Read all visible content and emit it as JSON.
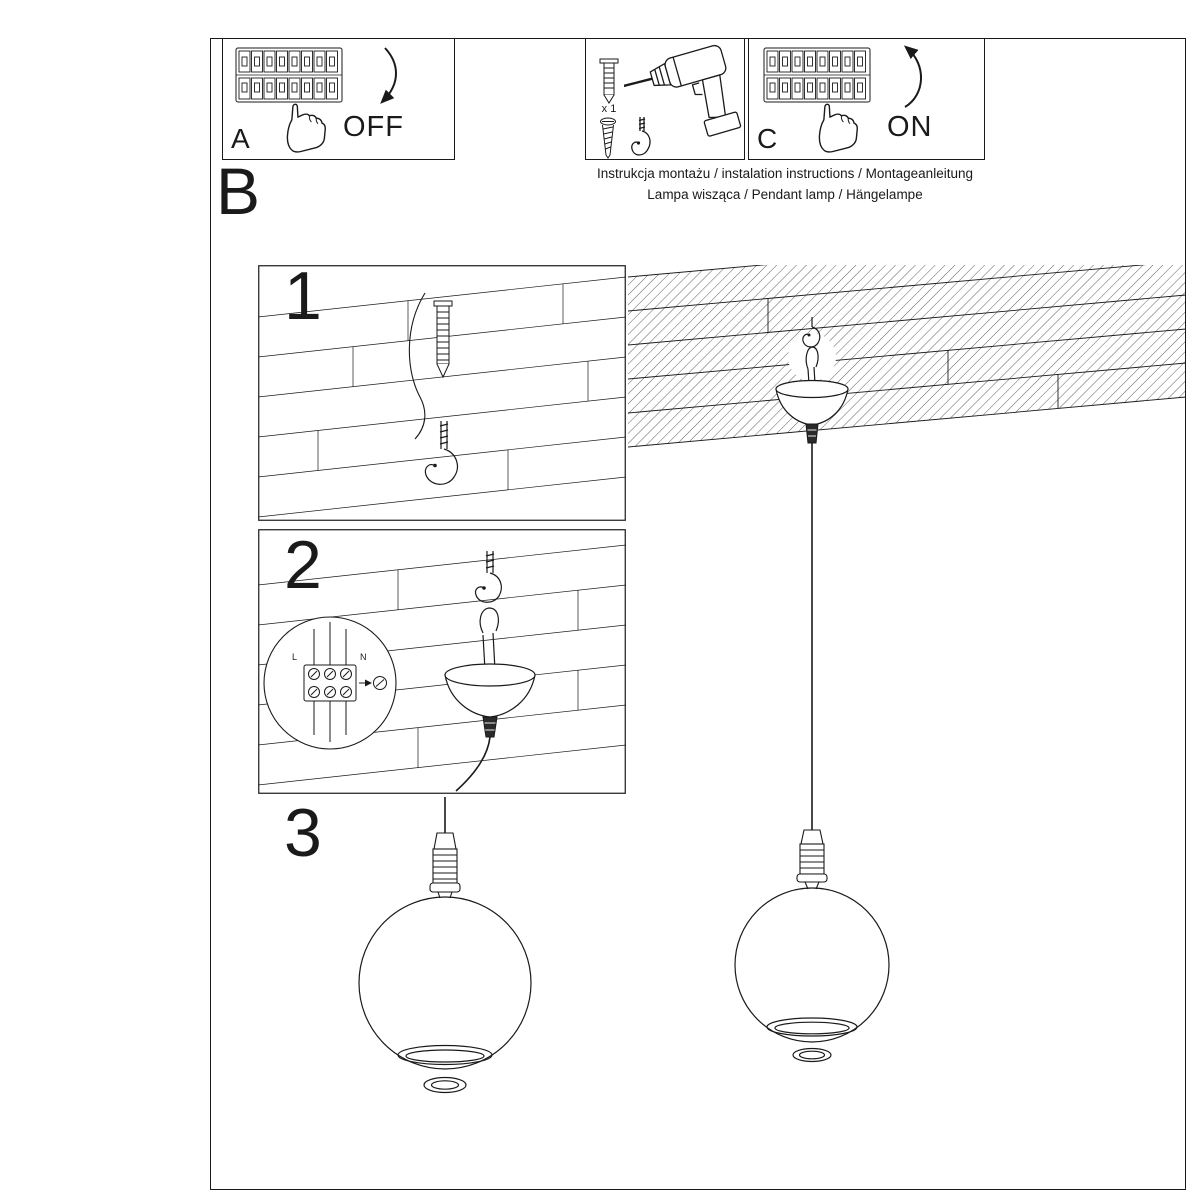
{
  "sheet": {
    "background": "#ffffff",
    "ink": "#1a1a1a"
  },
  "top_panels": {
    "panel_a": {
      "label": "A",
      "action": "OFF"
    },
    "panel_tools": {
      "dowel_count": "x 1"
    },
    "panel_c": {
      "label": "C",
      "action": "ON"
    }
  },
  "heading": {
    "line1": "Instrukcja montażu / instalation instructions / Montageanleitung",
    "line2": "Lampa wisząca / Pendant lamp / Hängelampe",
    "section_label": "B"
  },
  "steps": {
    "step1": {
      "number": "1"
    },
    "step2": {
      "number": "2",
      "terminal_left": "L",
      "terminal_right": "N"
    },
    "step3": {
      "number": "3"
    }
  }
}
